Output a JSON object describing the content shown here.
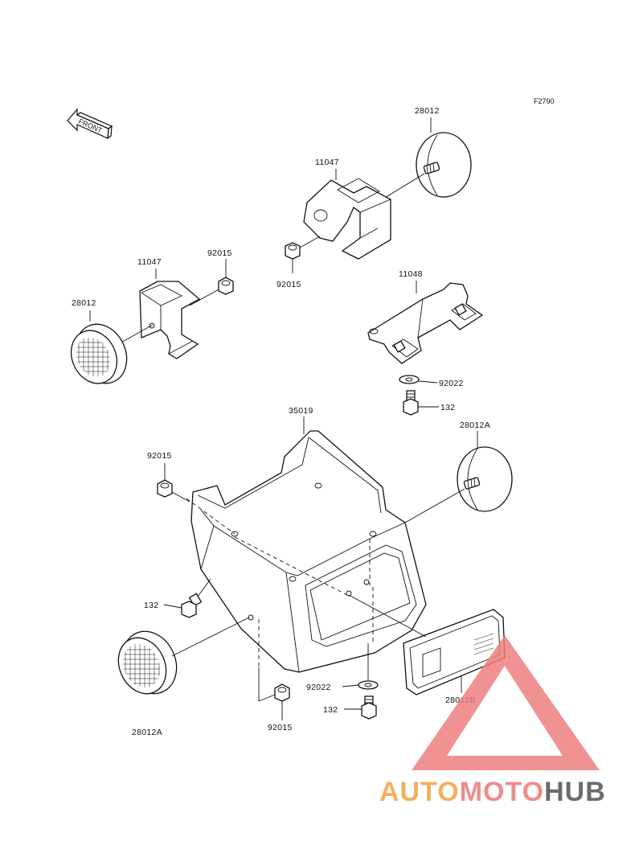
{
  "figure": {
    "code": "F2790"
  },
  "front_arrow": {
    "text": "FRONT"
  },
  "labels": {
    "lamp_top_right": "28012",
    "bracket_upper": "11047",
    "nut_upper": "92015",
    "bracket_left": "11047",
    "nut_left": "92015",
    "lamp_left": "28012",
    "stay": "11048",
    "washer_stay": "92022",
    "bolt_stay": "132",
    "cover": "35019",
    "nut_cover": "92015",
    "lamp_right_a": "28012A",
    "bolt_cover_left": "132",
    "washer_bottom": "92022",
    "bolt_bottom": "132",
    "lamp_bottom_left": "28012A",
    "nut_bottom": "92015",
    "reflector": "28012B"
  },
  "watermark": {
    "part1": "AUTO",
    "part2": "MOTO",
    "part3": "HUB",
    "color1": "#f2b05e",
    "color2": "#ee8c8c",
    "color3": "#6b6b6b",
    "triangle_color": "#ef7f7f"
  }
}
